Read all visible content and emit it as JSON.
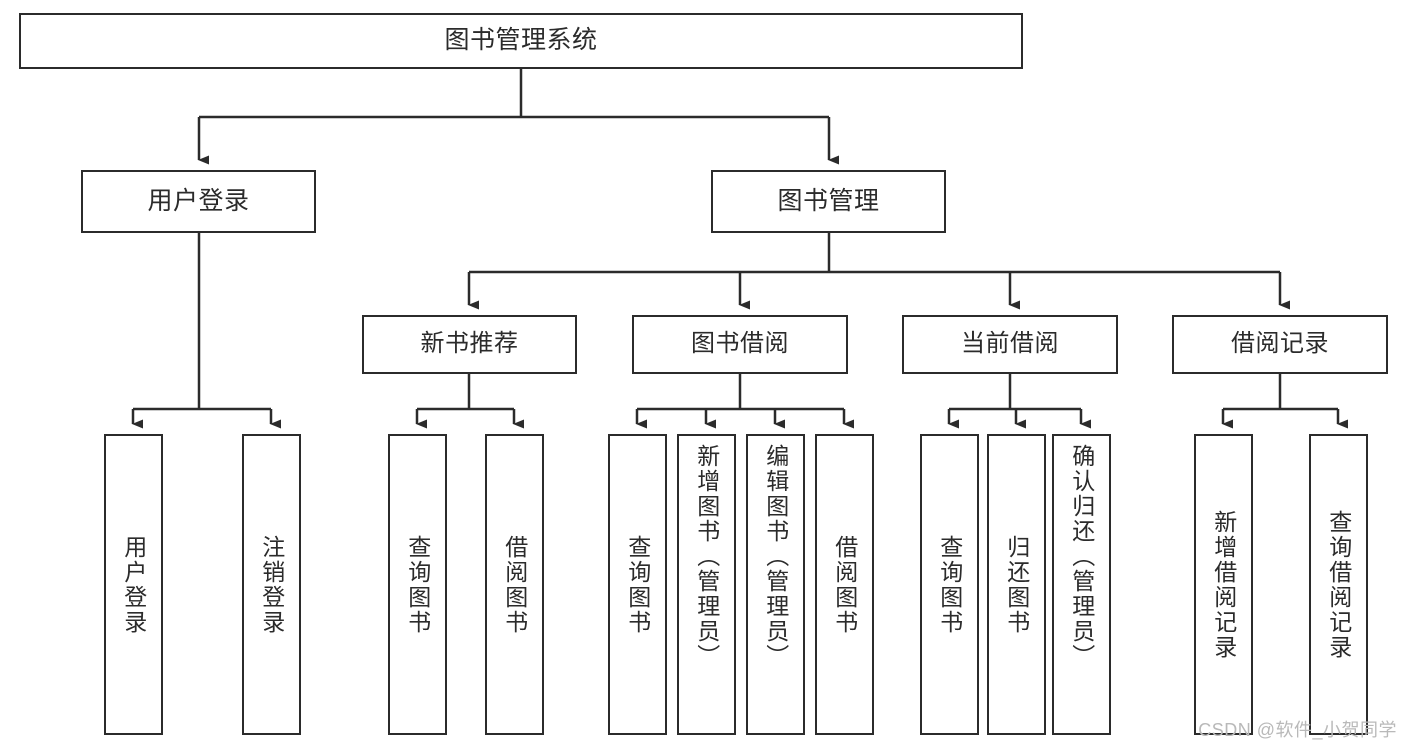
{
  "diagram": {
    "title": "图书管理系统",
    "watermark": "CSDN @软件_小贺同学",
    "colors": {
      "stroke": "#2b2b2b",
      "fill": "#ffffff",
      "watermark": "#b9b9b9"
    },
    "root": {
      "label": "图书管理系统"
    },
    "level2": [
      {
        "label": "用户登录"
      },
      {
        "label": "图书管理"
      }
    ],
    "level3": [
      {
        "label": "新书推荐"
      },
      {
        "label": "图书借阅"
      },
      {
        "label": "当前借阅"
      },
      {
        "label": "借阅记录"
      }
    ],
    "leaves": {
      "user_login": [
        {
          "label": "用户登录"
        },
        {
          "label": "注销登录"
        }
      ],
      "new_book": [
        {
          "label": "查询图书"
        },
        {
          "label": "借阅图书"
        }
      ],
      "book_borrow": [
        {
          "label": "查询图书"
        },
        {
          "label": "新增图书（管理员）"
        },
        {
          "label": "编辑图书（管理员）"
        },
        {
          "label": "借阅图书"
        }
      ],
      "current_borrow": [
        {
          "label": "查询图书"
        },
        {
          "label": "归还图书"
        },
        {
          "label": "确认归还（管理员）"
        }
      ],
      "borrow_record": [
        {
          "label": "新增借阅记录"
        },
        {
          "label": "查询借阅记录"
        }
      ]
    }
  }
}
